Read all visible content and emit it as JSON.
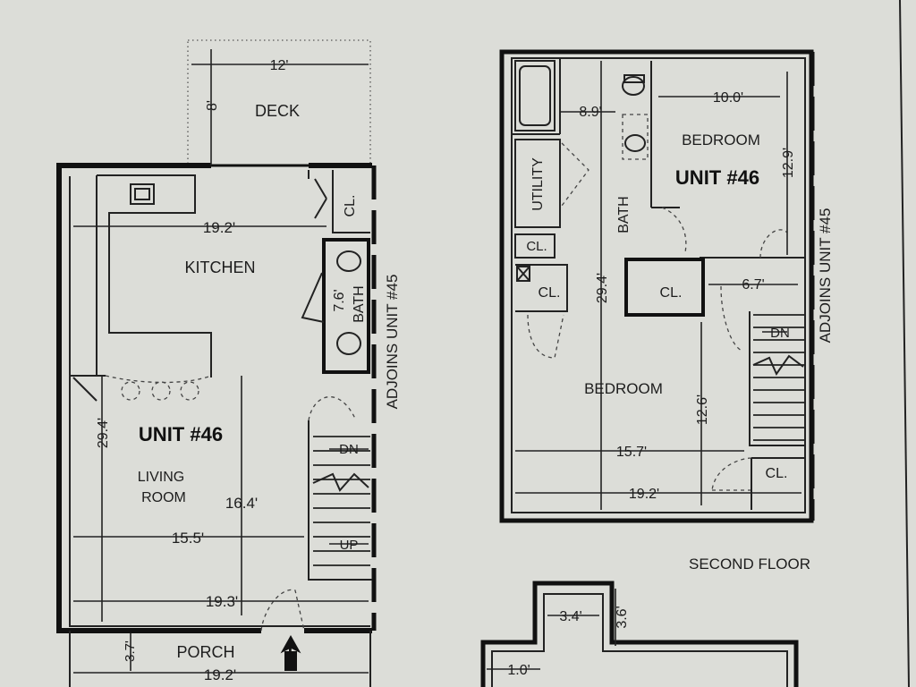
{
  "first_floor": {
    "deck": "DECK",
    "deck_width": "12'",
    "deck_depth": "8'",
    "kitchen": "KITCHEN",
    "kitchen_width": "19.2'",
    "closet": "CL.",
    "bath": "BATH",
    "bath_dim": "7.6'",
    "unit": "UNIT #46",
    "living_room": [
      "LIVING",
      "ROOM"
    ],
    "living_length": "16.4'",
    "living_width": "15.5'",
    "total_depth": "29.4'",
    "width_bottom": "19.3'",
    "stair_down": "DN",
    "stair_up": "UP",
    "adjoins": "ADJOINS UNIT #45",
    "porch": "PORCH",
    "porch_depth": "3.7'",
    "porch_width": "19.2'"
  },
  "second_floor": {
    "title": "SECOND FLOOR",
    "unit": "UNIT #46",
    "bedroom_top": "BEDROOM",
    "bedroom_top_width": "10.0'",
    "bedroom_top_depth": "12.9'",
    "bath_width": "8.9'",
    "utility": "UTILITY",
    "bath": "BATH",
    "closet": "CL.",
    "total_depth": "29.4'",
    "hall_width": "6.7'",
    "stair_down": "DN",
    "adjoins": "ADJOINS UNIT #45",
    "bedroom_bottom": "BEDROOM",
    "bedroom_bottom_depth": "12.6'",
    "bedroom_bottom_width": "15.7'",
    "width_bottom": "19.2'"
  },
  "third_floor_partial": {
    "dim_a": "3.4'",
    "dim_b": "3.6'",
    "dim_c": "1.0'"
  }
}
